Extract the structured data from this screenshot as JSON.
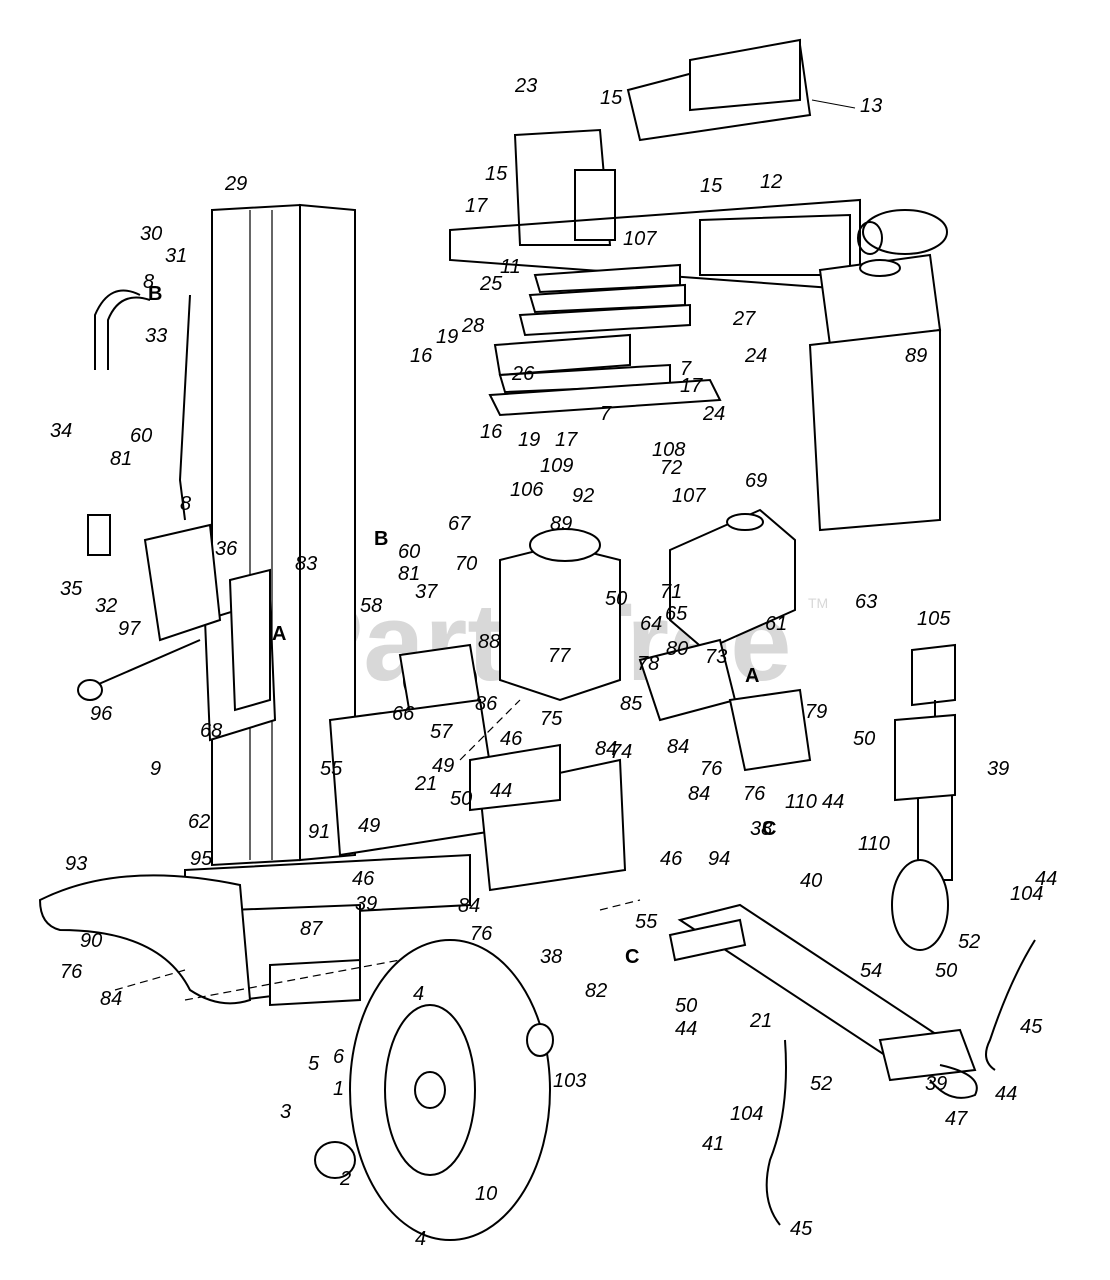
{
  "watermark": {
    "text": "PartsTree",
    "tm": "TM"
  },
  "callouts": [
    "1",
    "2",
    "3",
    "4",
    "5",
    "6",
    "7",
    "8",
    "9",
    "10",
    "11",
    "12",
    "13",
    "15",
    "16",
    "17",
    "19",
    "21",
    "23",
    "24",
    "25",
    "26",
    "27",
    "28",
    "29",
    "30",
    "31",
    "32",
    "33",
    "34",
    "35",
    "36",
    "37",
    "38",
    "39",
    "40",
    "41",
    "44",
    "45",
    "46",
    "47",
    "49",
    "50",
    "52",
    "54",
    "55",
    "57",
    "58",
    "60",
    "61",
    "62",
    "63",
    "64",
    "65",
    "66",
    "67",
    "68",
    "69",
    "70",
    "71",
    "72",
    "73",
    "74",
    "75",
    "76",
    "77",
    "78",
    "79",
    "80",
    "81",
    "82",
    "83",
    "84",
    "85",
    "86",
    "87",
    "88",
    "89",
    "90",
    "91",
    "92",
    "93",
    "94",
    "95",
    "96",
    "97",
    "103",
    "104",
    "105",
    "106",
    "107",
    "108",
    "109",
    "110"
  ],
  "connection_letters": [
    "A",
    "B",
    "C"
  ]
}
